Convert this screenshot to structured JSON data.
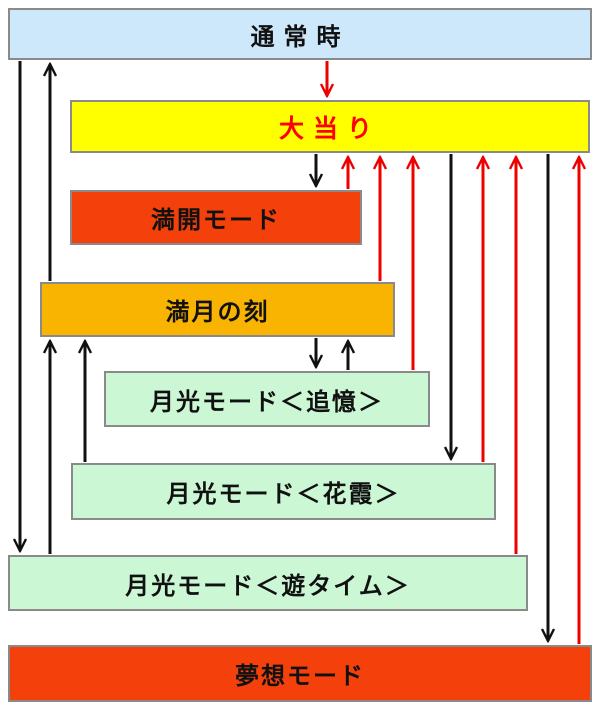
{
  "nodes": {
    "normal": {
      "label": "通常時",
      "color": "#cde8fb"
    },
    "jackpot": {
      "label": "大当り",
      "color": "#ffff00",
      "text_color": "#ff0000"
    },
    "mankai": {
      "label": "満開モード",
      "color": "#f4400a"
    },
    "mangetsu": {
      "label": "満月の刻",
      "color": "#f8b400"
    },
    "tsuioku": {
      "label": "月光モード＜追憶＞",
      "color": "#ccf7d5"
    },
    "hanagasumi": {
      "label": "月光モード＜花霞＞",
      "color": "#ccf7d5"
    },
    "yuu": {
      "label": "月光モード＜遊タイム＞",
      "color": "#ccf7d5"
    },
    "musou": {
      "label": "夢想モード",
      "color": "#f4400a"
    }
  },
  "colors": {
    "transition_arrow": "#111111",
    "jackpot_arrow": "#ee0000"
  }
}
